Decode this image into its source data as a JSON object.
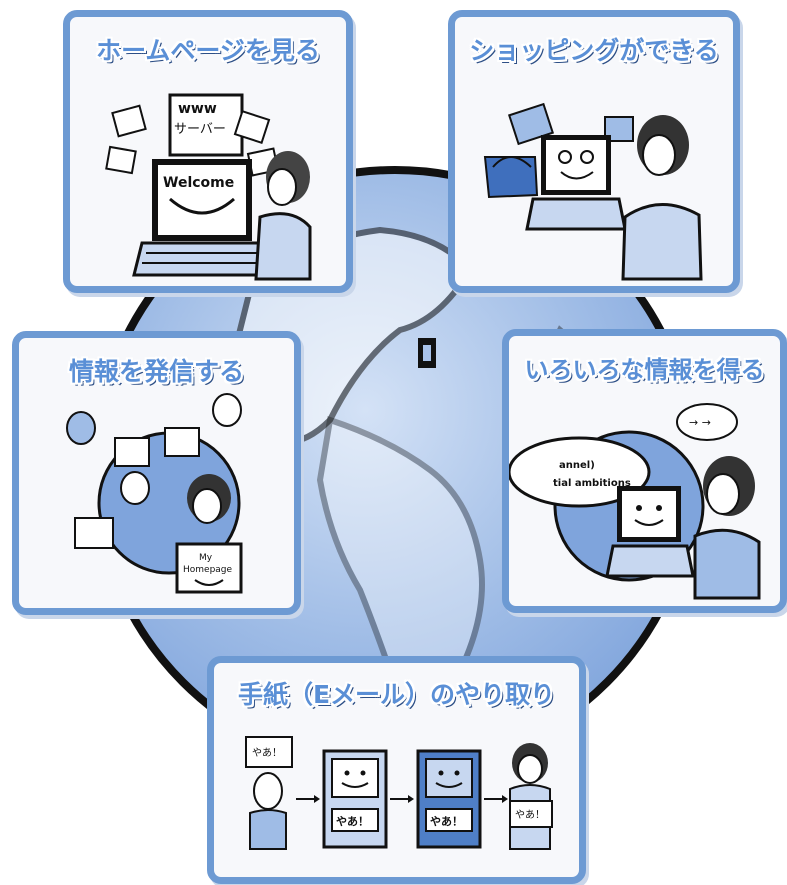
{
  "cards": {
    "homepage": {
      "title": "ホームページを見る",
      "server_www": "www",
      "server_label": "サーバー",
      "screen_text": "Welcome"
    },
    "shopping": {
      "title": "ショッピングができる"
    },
    "publish": {
      "title": "情報を発信する",
      "sign_line1": "My",
      "sign_line2": "Homepage"
    },
    "info": {
      "title": "いろいろな情報を得る",
      "bubble_line1": "annel)",
      "bubble_line2": "tial ambitions",
      "arrows_bubble": "→ →"
    },
    "email": {
      "title": "手紙（Eメール）のやり取り",
      "msg1": "やあ！",
      "msg2": "やあ！",
      "msg3": "やあ！",
      "msg4": "やあ！"
    }
  },
  "colors": {
    "frame": "#6d9ad3",
    "title": "#5a8fd6",
    "globe_ocean": "#a9c3ea",
    "globe_land": "#6f9fd8",
    "ink": "#111111"
  }
}
